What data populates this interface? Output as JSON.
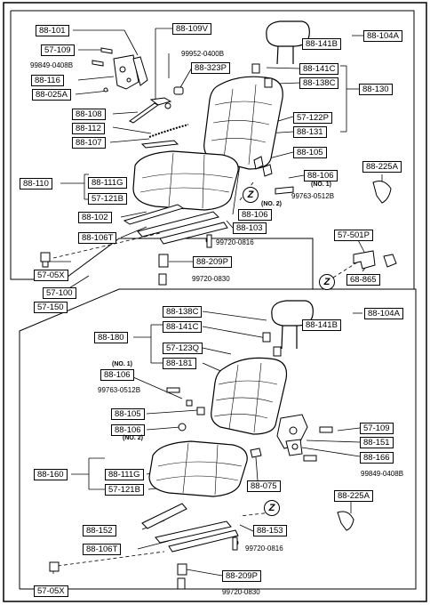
{
  "upper": {
    "labels": {
      "p88_101": "88-101",
      "p57_109": "57-109",
      "p88_116": "88-116",
      "p88_025a": "88-025A",
      "p88_109v": "88-109V",
      "p88_323p": "88-323P",
      "p88_108": "88-108",
      "p88_112": "88-112",
      "p88_107": "88-107",
      "p88_104a": "88-104A",
      "p88_141b": "88-141B",
      "p88_141c": "88-141C",
      "p88_138c": "88-138C",
      "p88_130": "88-130",
      "p57_122p": "57-122P",
      "p88_131": "88-131",
      "p88_105": "88-105",
      "p88_106_no1": "88-106",
      "p88_225a": "88-225A",
      "p88_110": "88-110",
      "p88_111g": "88-111G",
      "p57_121b": "57-121B",
      "p88_106_z": "88-106",
      "p88_102": "88-102",
      "p88_106t": "88-106T",
      "p88_103": "88-103",
      "p88_209p": "88-209P",
      "p57_05x": "57-05X",
      "p57_100": "57-100",
      "p57_501p": "57-501P",
      "p68_865": "68-865"
    },
    "texts": {
      "t99849": "99849-0408B",
      "t99952": "99952-0400B",
      "no1": "(NO. 1)",
      "no2": "(NO. 2)",
      "t99763": "99763-0512B",
      "t99720_0816": "99720-0816",
      "t99720_0830": "99720-0830"
    },
    "z": "Z"
  },
  "lower": {
    "labels": {
      "p57_150": "57-150",
      "p88_138c": "88-138C",
      "p88_141c": "88-141C",
      "p88_180": "88-180",
      "p57_123q": "57-123Q",
      "p88_181": "88-181",
      "p88_104a": "88-104A",
      "p88_141b": "88-141B",
      "p88_106_no1": "88-106",
      "p88_105": "88-105",
      "p88_106_no2": "88-106",
      "p57_109": "57-109",
      "p88_151": "88-151",
      "p88_166": "88-166",
      "p88_160": "88-160",
      "p88_111g": "88-111G",
      "p57_121b": "57-121B",
      "p88_075": "88-075",
      "p88_225a": "88-225A",
      "p88_152": "88-152",
      "p88_153": "88-153",
      "p88_106t": "88-106T",
      "p88_209p": "88-209P",
      "p57_05x": "57-05X"
    },
    "texts": {
      "no1": "(NO. 1)",
      "no2": "(NO. 2)",
      "t99763": "99763-0512B",
      "t99849": "99849-0408B",
      "t99720_0816": "99720-0816",
      "t99720_0830": "99720-0830"
    },
    "z": "Z"
  }
}
